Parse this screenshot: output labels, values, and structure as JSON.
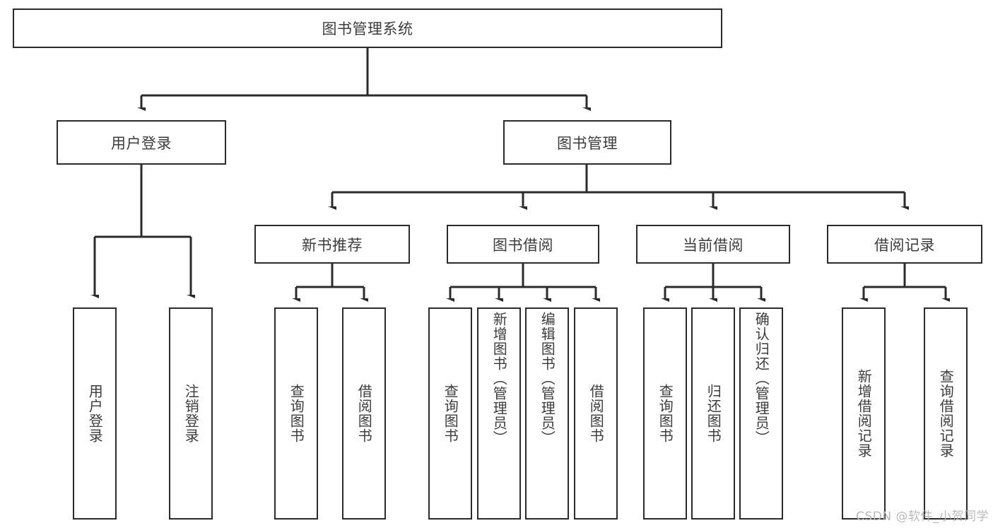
{
  "diagram": {
    "type": "tree",
    "title": "图书管理系统",
    "root": {
      "label": "图书管理系统"
    },
    "level2": [
      {
        "label": "用户登录"
      },
      {
        "label": "图书管理"
      }
    ],
    "level3": [
      {
        "label": "新书推荐"
      },
      {
        "label": "图书借阅"
      },
      {
        "label": "当前借阅"
      },
      {
        "label": "借阅记录"
      }
    ],
    "leaves": {
      "user_login": [
        {
          "label": "用户登录"
        },
        {
          "label": "注销登录"
        }
      ],
      "new_book_recommend": [
        {
          "label": "查询图书"
        },
        {
          "label": "借阅图书"
        }
      ],
      "book_borrow": [
        {
          "label": "查询图书"
        },
        {
          "label": "新增图书（管理员）"
        },
        {
          "label": "编辑图书（管理员）"
        },
        {
          "label": "借阅图书"
        }
      ],
      "current_borrow": [
        {
          "label": "查询图书"
        },
        {
          "label": "归还图书"
        },
        {
          "label": "确认归还（管理员）"
        }
      ],
      "borrow_record": [
        {
          "label": "新增借阅记录"
        },
        {
          "label": "查询借阅记录"
        }
      ]
    }
  },
  "watermark": {
    "text": "CSDN @软件_小贺同学"
  },
  "colors": {
    "border": "#2b2b2b",
    "text": "#3c3c3c",
    "background": "#ffffff",
    "edge": "#2b2b2b",
    "watermark": "#b9b9b9"
  }
}
